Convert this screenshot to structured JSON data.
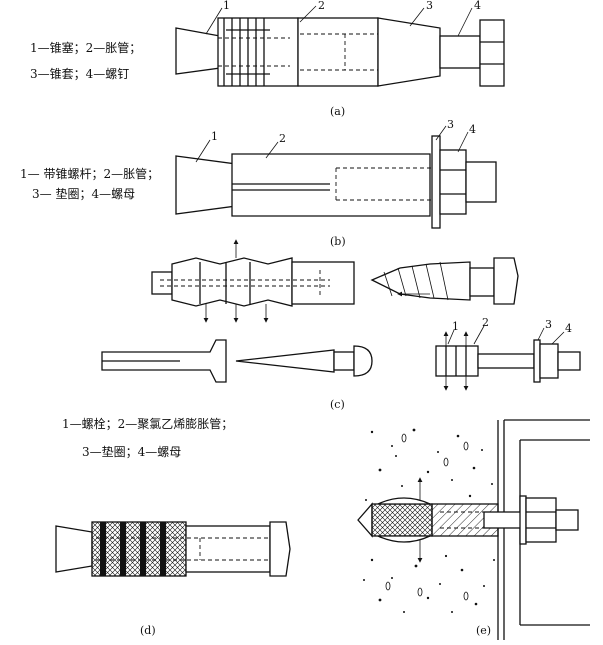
{
  "panels": {
    "a": {
      "caption": "(a)",
      "legend_line1": "1—锥塞；2—胀管；",
      "legend_line2": "3—锥套；4—螺钉",
      "callouts": [
        "1",
        "2",
        "3",
        "4"
      ]
    },
    "b": {
      "caption": "(b)",
      "legend_line1": "1— 带锥螺杆；2—胀管；",
      "legend_line2": "3— 垫圈；4—螺母",
      "callouts": [
        "1",
        "2",
        "3",
        "4"
      ]
    },
    "c": {
      "caption": "(c)",
      "legend_line1": "1—螺栓；2—聚氯乙烯膨胀管；",
      "legend_line2": "3—垫圈；4—螺母",
      "callouts": [
        "1",
        "2",
        "3",
        "4"
      ]
    },
    "d": {
      "caption": "(d)"
    },
    "e": {
      "caption": "(e)"
    }
  }
}
